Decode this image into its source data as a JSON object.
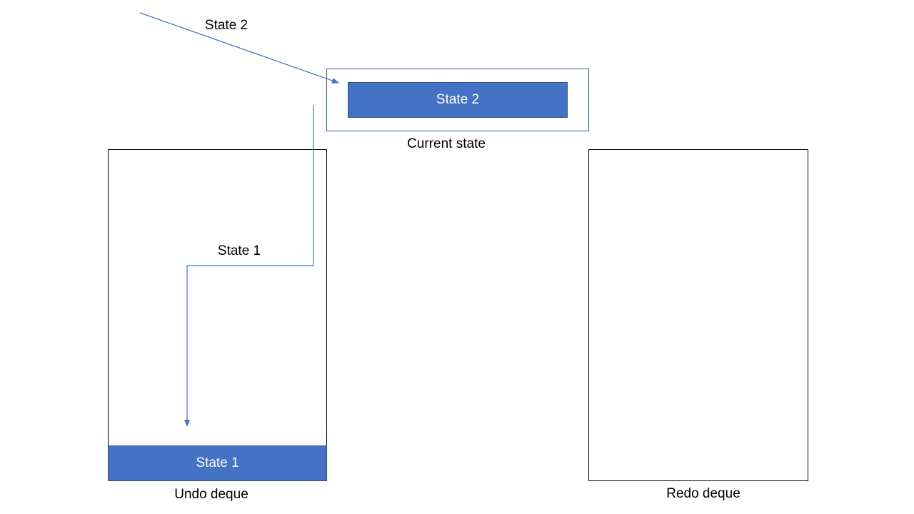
{
  "current_state": {
    "block_label": "State 2",
    "caption": "Current state"
  },
  "undo_deque": {
    "block_label": "State 1",
    "caption": "Undo deque"
  },
  "redo_deque": {
    "caption": "Redo deque"
  },
  "arrows": {
    "incoming_label": "State 2",
    "to_undo_label": "State 1"
  },
  "colors": {
    "block_fill": "#4472c4",
    "arrow_stroke": "#4472c4",
    "frame_stroke": "#2f5597"
  }
}
